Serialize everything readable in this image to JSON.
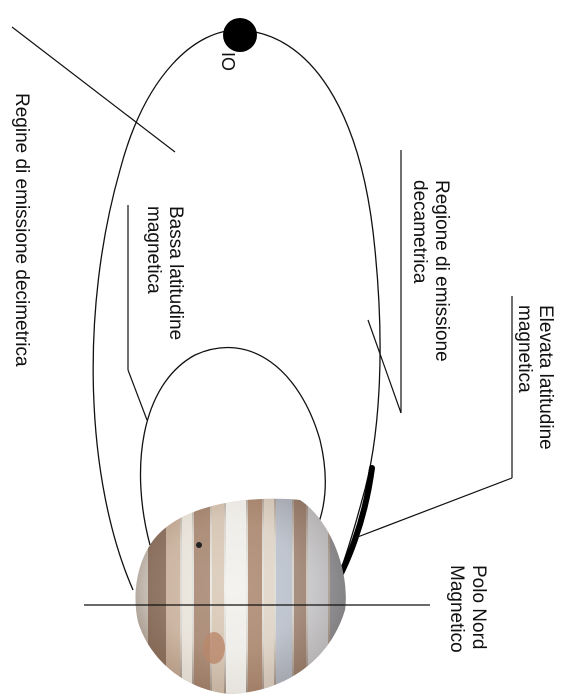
{
  "labels": {
    "io": "IO",
    "low_emission": "Regine di emissione decimetrica",
    "low_lat_1": "Bassa latitudine",
    "low_lat_2": "magnetica",
    "dec_1": "Regione di emissione",
    "dec_2": "decametrica",
    "high_lat_1": "Elevata latitudine",
    "high_lat_2": "magnetica",
    "pole_1": "Polo Nord",
    "pole_2": "Magnetico"
  },
  "colors": {
    "line": "#111111",
    "io_body": "#000000",
    "planet_light": "#e9ecef",
    "planet_band": "#b9876a",
    "planet_dark": "#6f4e3c",
    "planet_blue": "#aebbd0"
  },
  "icons": {
    "io": "filled-circle",
    "planet": "jupiter-image"
  }
}
